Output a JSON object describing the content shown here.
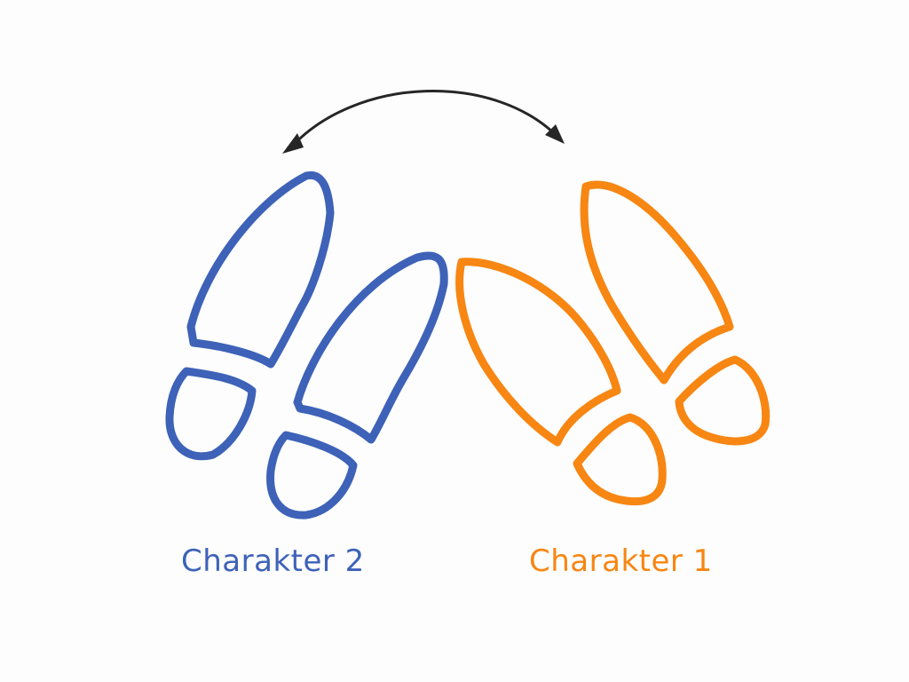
{
  "characters": [
    {
      "label": "Charakter 2",
      "color": "#3d62b8"
    },
    {
      "label": "Charakter 1",
      "color": "#f78612"
    }
  ],
  "arrow": {
    "color": "#262626",
    "direction": "bidirectional"
  },
  "icons": [
    "footprints-icon",
    "footprints-icon",
    "double-arrow-icon"
  ]
}
